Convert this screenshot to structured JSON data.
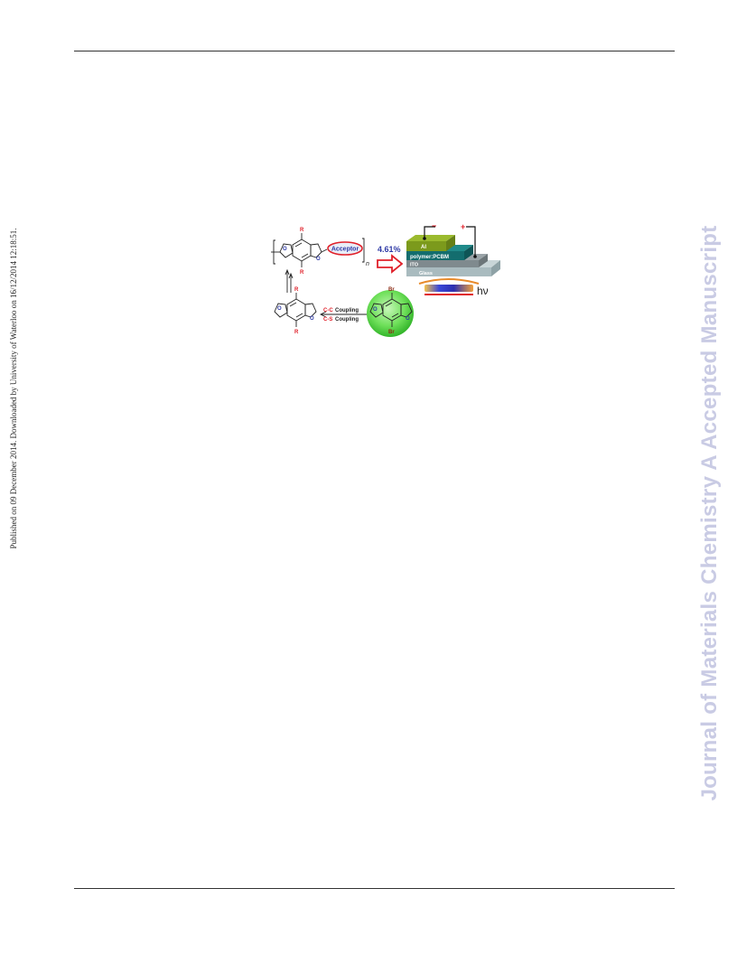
{
  "side_note": "Published on 09 December 2014. Downloaded by University of Waterloo on 16/12/2014 12:18:51.",
  "watermark": "Journal of Materials Chemistry A Accepted Manuscript",
  "colors": {
    "watermark": "#c9cbe4",
    "rule": "#333333",
    "accent_red": "#e0202a",
    "accent_blue": "#2f3aa6"
  },
  "graphic": {
    "efficiency": "4.61%",
    "accept_label": "Acceptor",
    "subscript_n": "n",
    "r_label": "R",
    "o_label": "O",
    "br_label": "Br",
    "coupling_cc": "C-C",
    "coupling_cs": "C-S",
    "coupling_word": "Coupling",
    "device_layers": [
      "Al",
      "polymer:PCBM",
      "ITO",
      "Glass"
    ],
    "minus": "−",
    "plus": "+",
    "light": "hν"
  }
}
